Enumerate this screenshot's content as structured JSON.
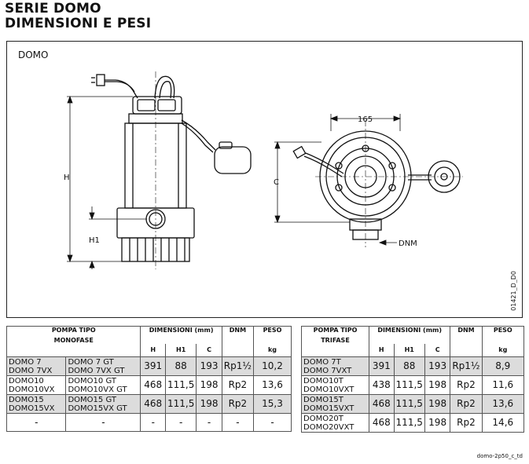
{
  "title_line1": "SERIE DOMO",
  "title_line2": "DIMENSIONI E PESI",
  "drawing": {
    "label": "DOMO",
    "code": "01421_D_D0",
    "dim_h": "H",
    "dim_h1": "H1",
    "dim_c": "C",
    "dim_165": "165",
    "dim_dnm": "DNM"
  },
  "table_mono": {
    "col_pompa_1": "POMPA TIPO",
    "col_pompa_2": "MONOFASE",
    "col_dim": "DIMENSIONI (mm)",
    "col_dnm": "DNM",
    "col_peso": "PESO",
    "sub_h": "H",
    "sub_h1": "H1",
    "sub_c": "C",
    "sub_kg": "kg",
    "rows": [
      {
        "a1": "DOMO 7",
        "a2": "DOMO 7VX",
        "b1": "DOMO 7 GT",
        "b2": "DOMO 7VX GT",
        "h": "391",
        "h1": "88",
        "c": "193",
        "dnm": "Rp1½",
        "peso": "10,2"
      },
      {
        "a1": "DOMO10",
        "a2": "DOMO10VX",
        "b1": "DOMO10 GT",
        "b2": "DOMO10VX GT",
        "h": "468",
        "h1": "111,5",
        "c": "198",
        "dnm": "Rp2",
        "peso": "13,6"
      },
      {
        "a1": "DOMO15",
        "a2": "DOMO15VX",
        "b1": "DOMO15 GT",
        "b2": "DOMO15VX GT",
        "h": "468",
        "h1": "111,5",
        "c": "198",
        "dnm": "Rp2",
        "peso": "15,3"
      },
      {
        "a1": "-",
        "a2": "",
        "b1": "-",
        "b2": "",
        "h": "-",
        "h1": "-",
        "c": "-",
        "dnm": "-",
        "peso": "-"
      }
    ]
  },
  "table_tri": {
    "col_pompa_1": "POMPA TIPO",
    "col_pompa_2": "TRIFASE",
    "col_dim": "DIMENSIONI (mm)",
    "col_dnm": "DNM",
    "col_peso": "PESO",
    "sub_h": "H",
    "sub_h1": "H1",
    "sub_c": "C",
    "sub_kg": "kg",
    "rows": [
      {
        "a1": "DOMO 7T",
        "a2": "DOMO 7VXT",
        "h": "391",
        "h1": "88",
        "c": "193",
        "dnm": "Rp1½",
        "peso": "8,9"
      },
      {
        "a1": "DOMO10T",
        "a2": "DOMO10VXT",
        "h": "438",
        "h1": "111,5",
        "c": "198",
        "dnm": "Rp2",
        "peso": "11,6"
      },
      {
        "a1": "DOMO15T",
        "a2": "DOMO15VXT",
        "h": "468",
        "h1": "111,5",
        "c": "198",
        "dnm": "Rp2",
        "peso": "13,6"
      },
      {
        "a1": "DOMO20T",
        "a2": "DOMO20VXT",
        "h": "468",
        "h1": "111,5",
        "c": "198",
        "dnm": "Rp2",
        "peso": "14,6"
      }
    ]
  },
  "footer_code": "domo-2p50_c_td"
}
